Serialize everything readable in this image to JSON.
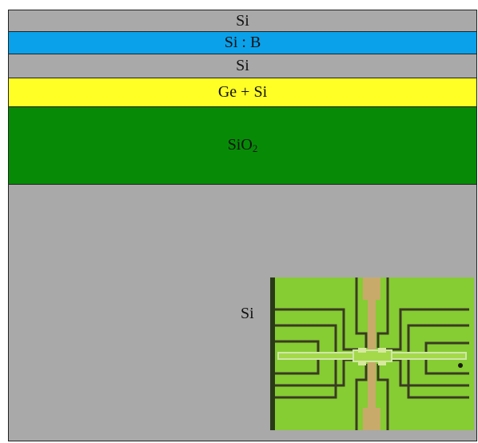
{
  "layers": [
    {
      "name": "Si",
      "color": "#a9a9a9"
    },
    {
      "name": "Si : B",
      "color": "#0aa1ea"
    },
    {
      "name": "Si",
      "color": "#a9a9a9"
    },
    {
      "name": "Ge + Si",
      "color": "#ffff26"
    },
    {
      "name": "SiO",
      "sub": "2",
      "color": "#078b07"
    },
    {
      "name": "Si",
      "color": "#a9a9a9"
    }
  ],
  "photo": {
    "icon": "device-micrograph-icon",
    "background": "#86cc33",
    "track_color": "#3a3a22",
    "pad_color": "#c8aa6a"
  }
}
